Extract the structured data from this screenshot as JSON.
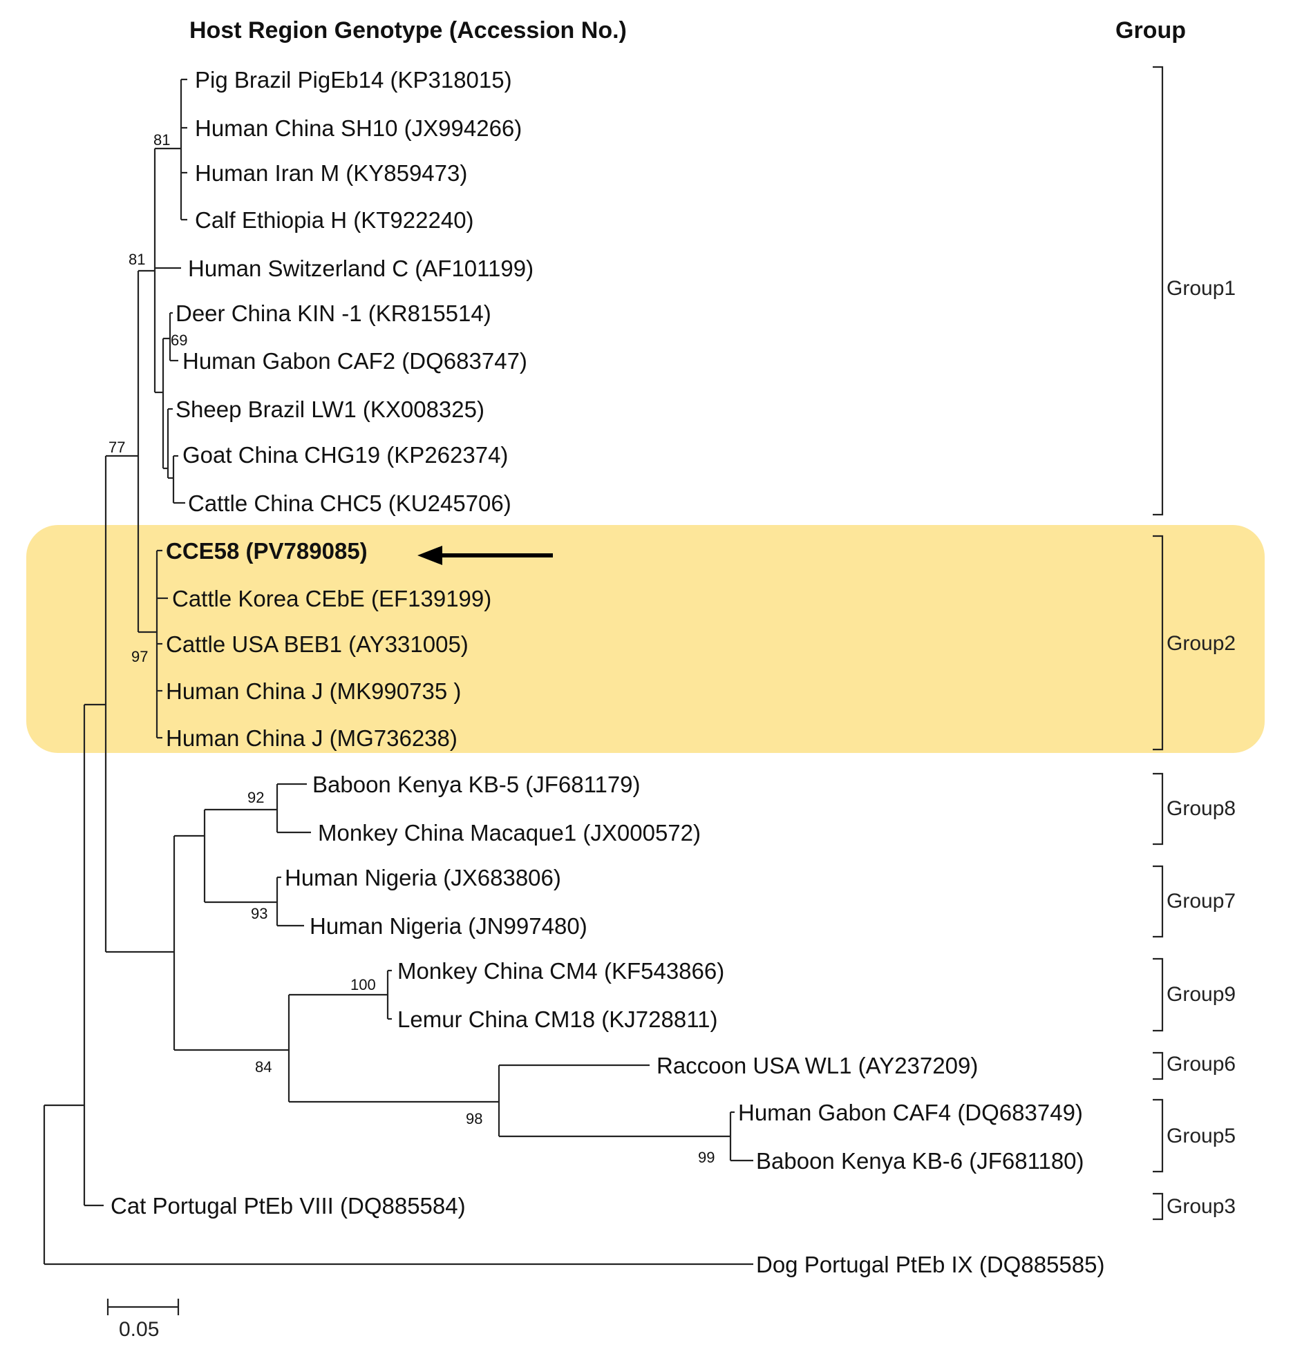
{
  "header": {
    "taxa_title": "Host Region Genotype (Accession No.)",
    "group_title": "Group"
  },
  "leaves": [
    "Pig Brazil PigEb14 (KP318015)",
    "Human China SH10 (JX994266)",
    "Human Iran M (KY859473)",
    "Calf Ethiopia H (KT922240)",
    "Human Switzerland C (AF101199)",
    "Deer China KIN -1 (KR815514)",
    "Human Gabon CAF2 (DQ683747)",
    "Sheep Brazil LW1 (KX008325)",
    "Goat China CHG19 (KP262374)",
    "Cattle China CHC5 (KU245706)",
    "CCE58 (PV789085)",
    "Cattle Korea CEbE (EF139199)",
    "Cattle USA BEB1 (AY331005)",
    "Human China J (MK990735 )",
    "Human China J (MG736238)",
    "Baboon Kenya KB-5 (JF681179)",
    "Monkey China Macaque1 (JX000572)",
    "Human Nigeria (JX683806)",
    "Human Nigeria (JN997480)",
    "Monkey China CM4 (KF543866)",
    "Lemur China CM18 (KJ728811)",
    "Raccoon USA WL1 (AY237209)",
    "Human Gabon CAF4 (DQ683749)",
    "Baboon Kenya KB-6 (JF681180)",
    "Cat Portugal PtEb VIII (DQ885584)",
    "Dog Portugal PtEb IX (DQ885585)"
  ],
  "highlighted_leaf": "CCE58 (PV789085)",
  "bootstrap": [
    "81",
    "81",
    "69",
    "77",
    "97",
    "92",
    "93",
    "100",
    "84",
    "98",
    "99"
  ],
  "groups": [
    "Group1",
    "Group2",
    "Group8",
    "Group7",
    "Group9",
    "Group6",
    "Group5",
    "Group3"
  ],
  "scale_bar": "0.05",
  "colors": {
    "highlight": "#FDE69A",
    "line": "#222222",
    "text": "#111111"
  }
}
